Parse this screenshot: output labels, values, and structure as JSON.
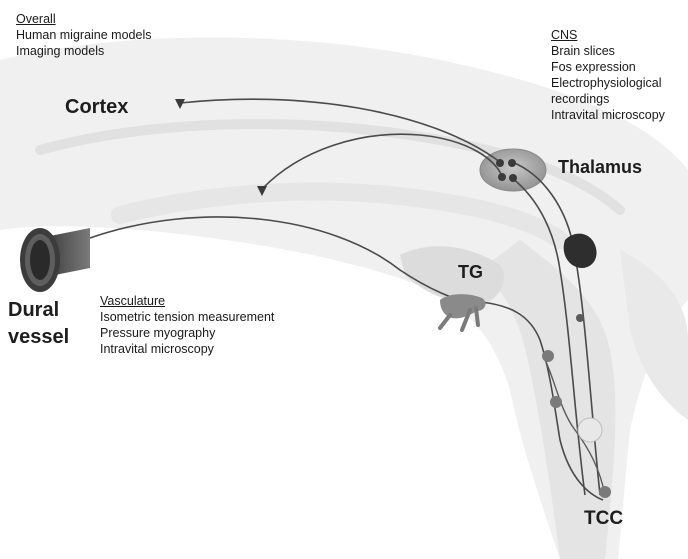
{
  "groups": {
    "overall": {
      "heading": "Overall",
      "items": [
        "Human migraine models",
        "Imaging models"
      ]
    },
    "cns": {
      "heading": "CNS",
      "items": [
        "Brain slices",
        "Fos expression",
        "Electrophysiological",
        "recordings",
        "Intravital microscopy"
      ]
    },
    "vasculature": {
      "heading": "Vasculature",
      "items": [
        "Isometric tension measurement",
        "Pressure myography",
        "Intravital microscopy"
      ]
    }
  },
  "regions": {
    "cortex": "Cortex",
    "thalamus": "Thalamus",
    "tg": "TG",
    "tcc": "TCC",
    "dural_line1": "Dural",
    "dural_line2": "vessel"
  },
  "colors": {
    "brain_fill": "#eeeeee",
    "brain_shadow": "#d6d6d6",
    "thalamus_fill": "#9e9e9e",
    "neuron_line": "#4a4a4a",
    "nucleus_dark": "#2e2e2e",
    "vessel_outer": "#3c3c3c"
  }
}
